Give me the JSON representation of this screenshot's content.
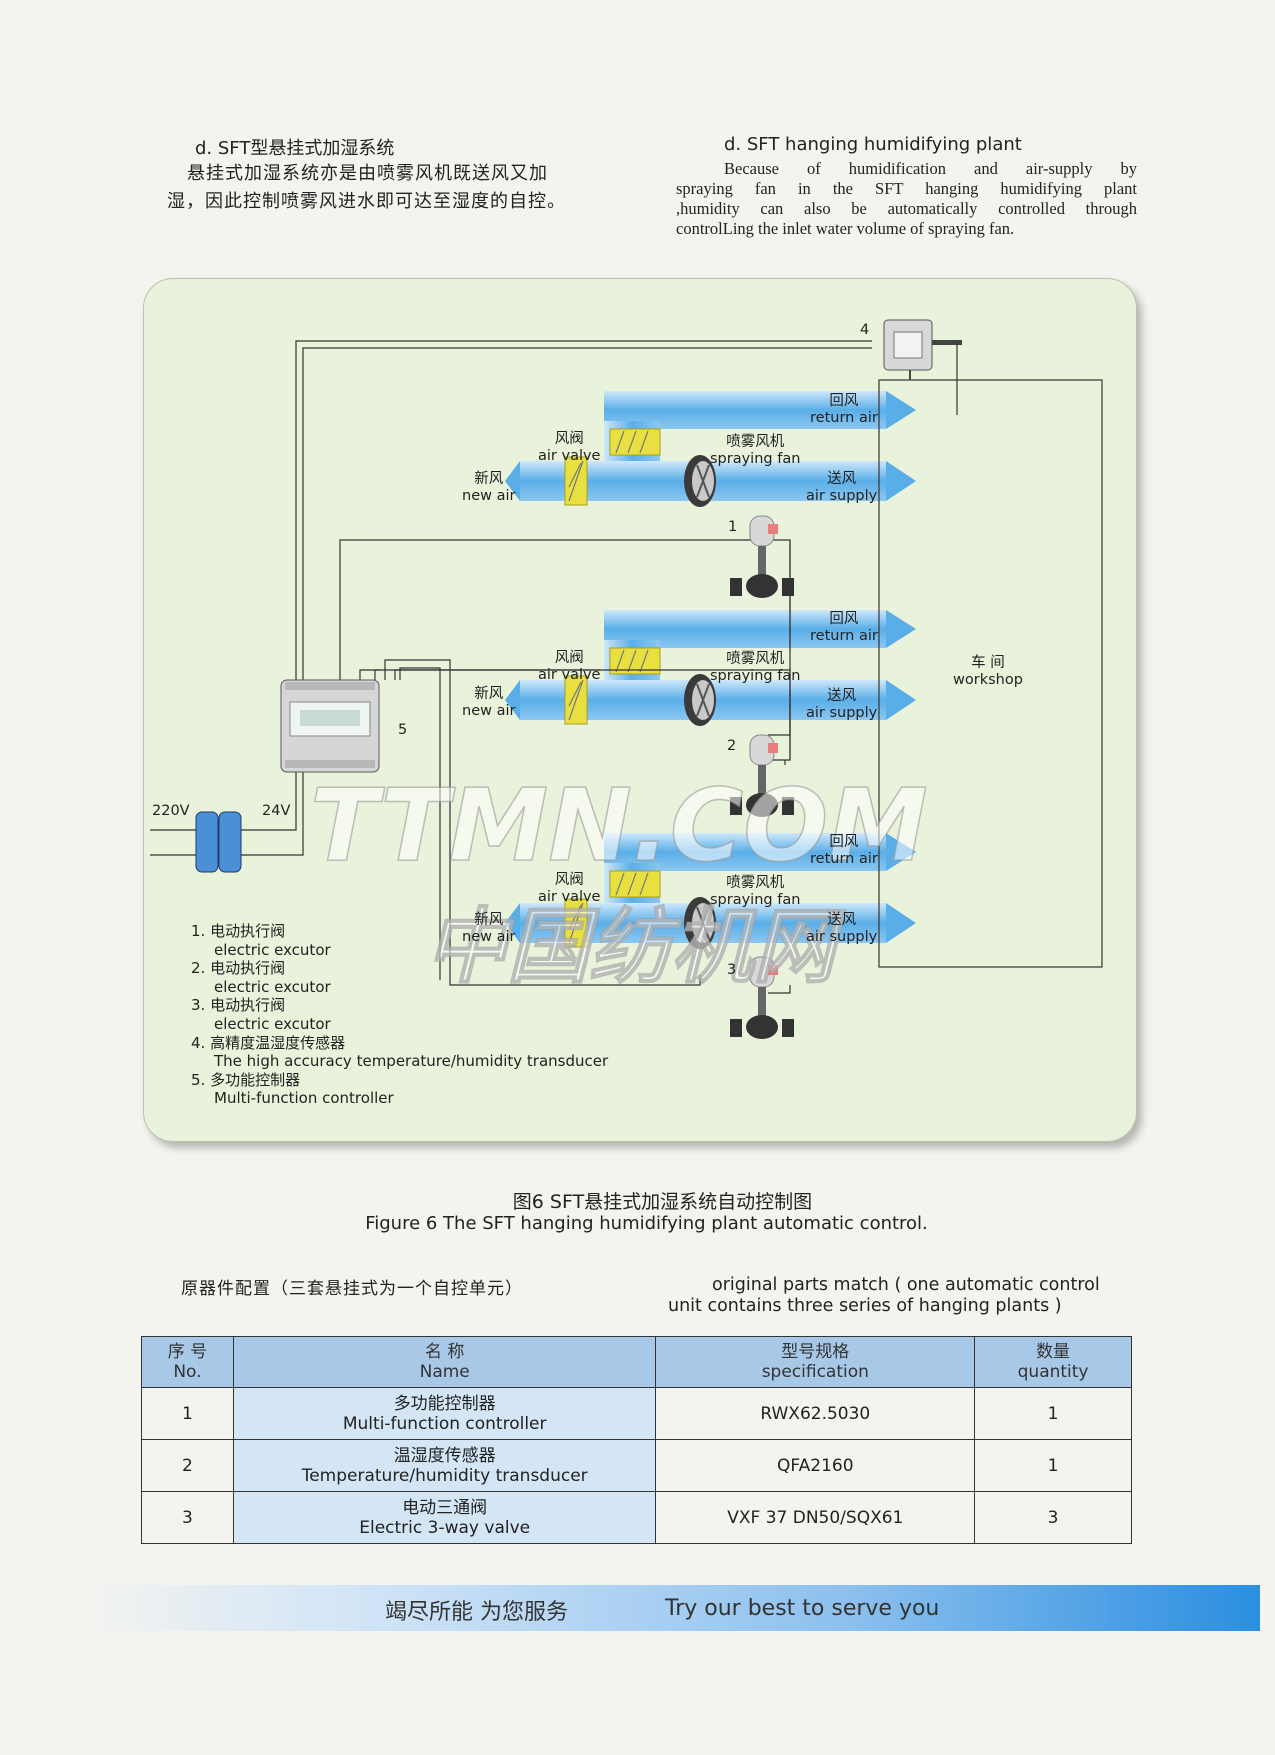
{
  "heading_cn": "d. SFT型悬挂式加湿系统",
  "para_cn": [
    "悬挂式加湿系统亦是由喷雾风机既送风又加",
    "湿，因此控制喷雾风进水即可达至湿度的自控。"
  ],
  "heading_en": "d. SFT hanging humidifying plant",
  "para_en": [
    "Because of humidification and air-supply by",
    "spraying fan in the SFT hanging humidifying plant",
    ",humidity can also be automatically controlled through",
    "controlLing the inlet water volume of spraying fan."
  ],
  "diagram": {
    "return_air_cn": "回风",
    "return_air_en": "return air",
    "air_valve_cn": "风阀",
    "air_valve_en": "air valve",
    "spraying_fan_cn": "喷雾风机",
    "spraying_fan_en": "spraying fan",
    "new_air_cn": "新风",
    "new_air_en": "new air",
    "air_supply_cn": "送风",
    "air_supply_en": "air supply",
    "workshop_cn": "车 间",
    "workshop_en": "workshop",
    "v220": "220V",
    "v24": "24V",
    "num1": "1",
    "num2": "2",
    "num3": "3",
    "num4": "4",
    "num5": "5"
  },
  "legend": [
    {
      "cn": "1. 电动执行阀",
      "en": "electric excutor"
    },
    {
      "cn": "2. 电动执行阀",
      "en": "electric excutor"
    },
    {
      "cn": "3. 电动执行阀",
      "en": "electric excutor"
    },
    {
      "cn": "4. 高精度温湿度传感器",
      "en": "The high accuracy temperature/humidity transducer"
    },
    {
      "cn": "5. 多功能控制器",
      "en": "Multi-function controller"
    }
  ],
  "caption_cn": "图6 SFT悬挂式加湿系统自动控制图",
  "caption_en": "Figure 6  The SFT hanging humidifying plant automatic control.",
  "parts_title_cn": "原器件配置（三套悬挂式为一个自控单元）",
  "parts_title_en": [
    "original parts match ( one automatic control",
    "unit contains three series of hanging plants )"
  ],
  "table": {
    "headers": [
      {
        "cn": "序 号",
        "en": "No."
      },
      {
        "cn": "名 称",
        "en": "Name"
      },
      {
        "cn": "型号规格",
        "en": "specification"
      },
      {
        "cn": "数量",
        "en": "quantity"
      }
    ],
    "rows": [
      {
        "no": "1",
        "name_cn": "多功能控制器",
        "name_en": "Multi-function controller",
        "spec": "RWX62.5030",
        "qty": "1"
      },
      {
        "no": "2",
        "name_cn": "温湿度传感器",
        "name_en": "Temperature/humidity transducer",
        "spec": "QFA2160",
        "qty": "1"
      },
      {
        "no": "3",
        "name_cn": "电动三通阀",
        "name_en": "Electric 3-way valve",
        "spec": "VXF 37 DN50/SQX61",
        "qty": "3"
      }
    ]
  },
  "watermark": [
    "TTMN.COM",
    "中国纺机网"
  ],
  "footer_cn": "竭尽所能  为您服务",
  "footer_en": "Try our best to serve you",
  "colors": {
    "duct": "#5aaee8",
    "panel": "#e9f2da",
    "valve_yellow": "#e8e040",
    "table_header": "#a8c8e8",
    "footer_blue": "#2b8ee0"
  }
}
